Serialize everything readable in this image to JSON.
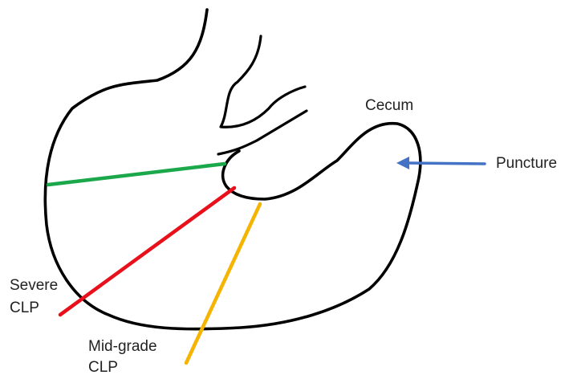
{
  "labels": {
    "cecum": "Cecum",
    "puncture": "Puncture",
    "severe_line1": "Severe",
    "severe_line2": "CLP",
    "midgrade_line1": "Mid-grade",
    "midgrade_line2": "CLP"
  },
  "colors": {
    "outline": "#000000",
    "green_line": "#1aa84a",
    "red_line": "#e8101a",
    "orange_line": "#f5b400",
    "arrow": "#4472c4",
    "text": "#222222"
  }
}
